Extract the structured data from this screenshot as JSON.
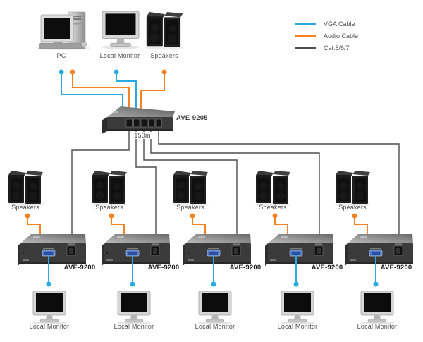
{
  "legend": {
    "items": [
      {
        "label": "VGA Cable",
        "color": "#29abe2",
        "icon": "vga-cable-swatch"
      },
      {
        "label": "Audio Cable",
        "color": "#f58220",
        "icon": "audio-cable-swatch"
      },
      {
        "label": "Cat.5/6/7",
        "color": "#4d4d4d",
        "icon": "cat5-cable-swatch"
      }
    ]
  },
  "sources": {
    "pc": {
      "label": "PC",
      "icon": "pc-icon"
    },
    "local_monitor": {
      "label": "Local Monitor",
      "icon": "monitor-icon"
    },
    "speakers": {
      "label": "Speakers",
      "icon": "speakers-icon"
    }
  },
  "splitter": {
    "model": "AVE-9205",
    "distance": "150m",
    "ports": 5
  },
  "branches": [
    {
      "speakers_label": "Speakers",
      "receiver_model": "AVE-9200",
      "monitor_label": "Local Monitor"
    },
    {
      "speakers_label": "Speakers",
      "receiver_model": "AVE-9200",
      "monitor_label": "Local Monitor"
    },
    {
      "speakers_label": "Speakers",
      "receiver_model": "AVE-9200",
      "monitor_label": "Local Monitor"
    },
    {
      "speakers_label": "Speakers",
      "receiver_model": "AVE-9200",
      "monitor_label": "Local Monitor"
    },
    {
      "speakers_label": "Speakers",
      "receiver_model": "AVE-9200",
      "monitor_label": "Local Monitor"
    }
  ]
}
